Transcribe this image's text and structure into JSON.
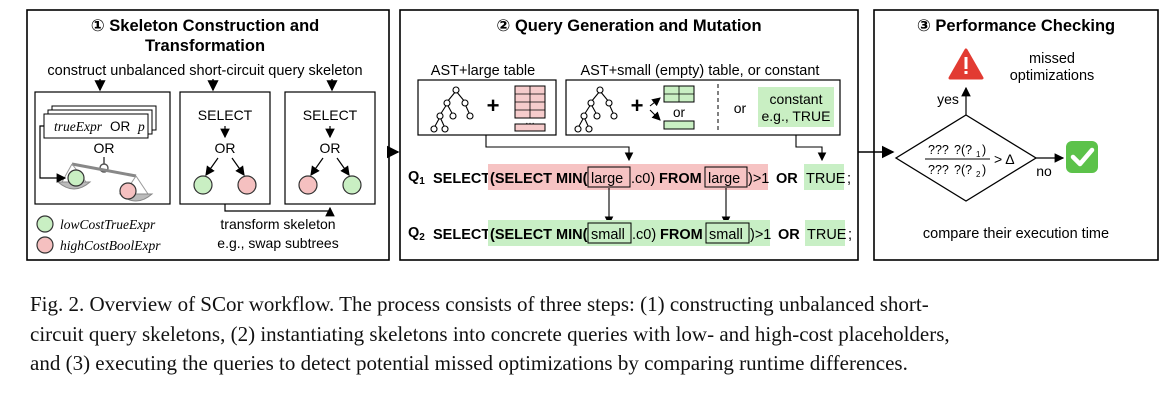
{
  "panels": {
    "p1": {
      "title_line1": "① Skeleton Construction and",
      "title_line2": "Transformation",
      "construct_label": "construct unbalanced short-circuit query skeleton",
      "true_expr": "trueExpr",
      "or_word": "OR",
      "p_var": "p",
      "or_label": "OR",
      "select_label": "SELECT",
      "transform_line1": "transform skeleton",
      "transform_line2": "e.g., swap subtrees",
      "legend_green": "lowCostTrueExpr",
      "legend_pink": "highCostBoolExpr"
    },
    "p2": {
      "title": "② Query Generation and Mutation",
      "ast_large": "AST+large table",
      "ast_small": "AST+small (empty) table, or constant",
      "plus": "+",
      "or_small": "or",
      "or_mid": "or",
      "constant_line1": "constant",
      "constant_line2": "e.g., TRUE",
      "q1_label": "Q",
      "q1_sub": "1",
      "q2_label": "Q",
      "q2_sub": "2",
      "kw_select": "SELECT",
      "kw_select_min": "(SELECT MIN(",
      "kw_from": "FROM",
      "kw_or": "OR",
      "large": "large",
      "small": "small",
      "col": ".c0)",
      "gt": ")>1",
      "true_val": "TRUE",
      "semi": ";"
    },
    "p3": {
      "title": "③ Performance Checking",
      "missed_line1": "missed",
      "missed_line2": "optimizations",
      "yes": "yes",
      "no": "no",
      "cond_gt": "> Δ",
      "compare": "compare their execution time"
    }
  },
  "caption": {
    "line1": "Fig. 2.  Overview of SCor workflow. The process consists of three steps: (1) constructing unbalanced short-",
    "line2": "circuit query skeletons, (2) instantiating skeletons into concrete queries with low- and high-cost placeholders,",
    "line3": "and (3) executing the queries to detect potential missed optimizations by comparing runtime differences."
  },
  "colors": {
    "green_fill": "#c9efc3",
    "pink_fill": "#f5c0c0",
    "q1_highlight": "#f6c3c3",
    "q2_highlight": "#c8efc5",
    "check_green": "#5cc24a",
    "warning_red": "#e23b32"
  }
}
